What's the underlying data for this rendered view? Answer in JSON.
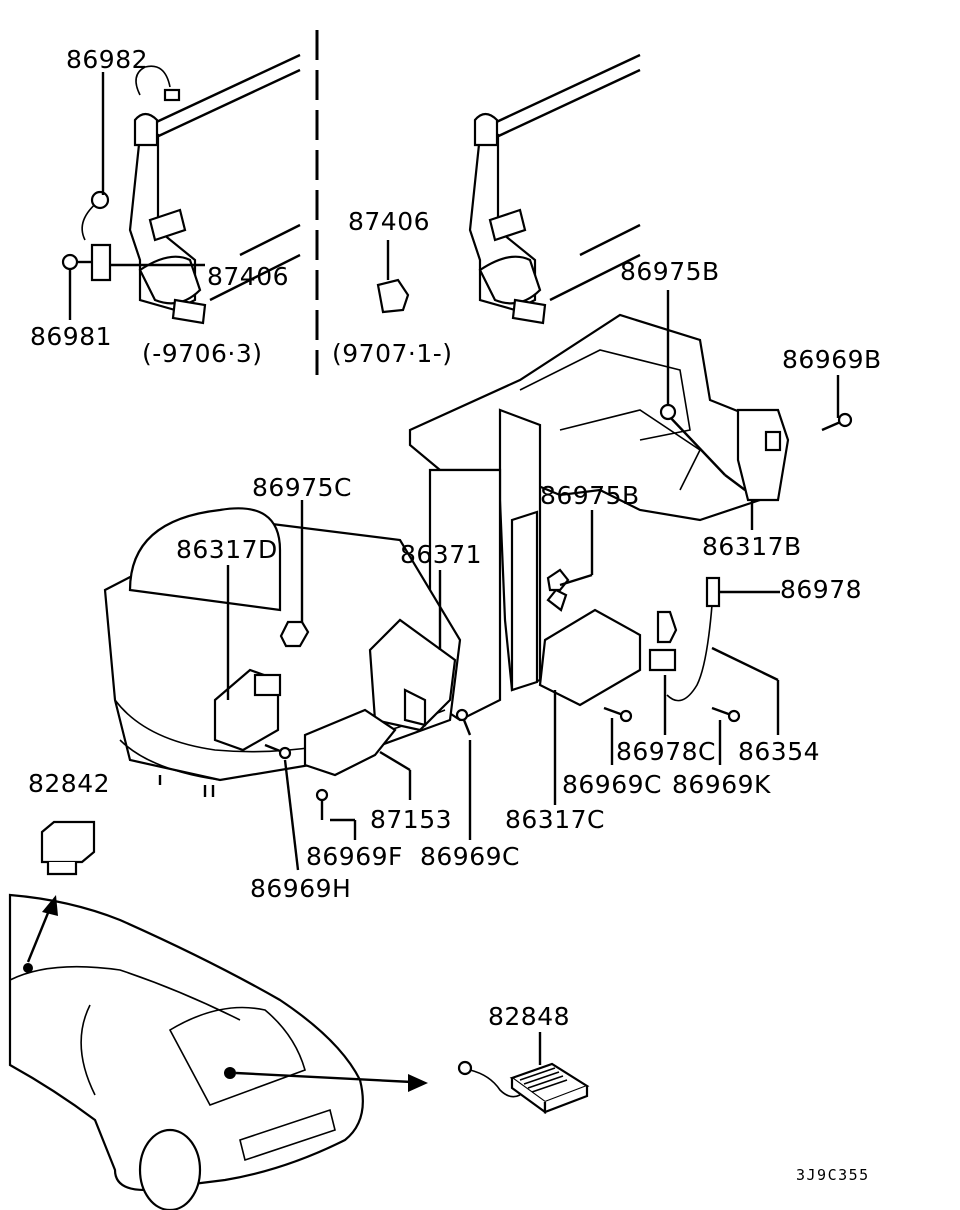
{
  "labels": {
    "p86982": "86982",
    "p87406a": "87406",
    "p86981": "86981",
    "p87406b": "87406",
    "range_old": "(-9706·3)",
    "range_new": "(9707·1-)",
    "p86975B_top": "86975B",
    "p86969B": "86969B",
    "p86975C": "86975C",
    "p86317D": "86317D",
    "p86371": "86371",
    "p86975B_mid": "86975B",
    "p86317B": "86317B",
    "p86978": "86978",
    "p86354": "86354",
    "p86978C": "86978C",
    "p86969C_a": "86969C",
    "p86969K": "86969K",
    "p82842": "82842",
    "p87153": "87153",
    "p86317C": "86317C",
    "p86969F": "86969F",
    "p86969C_b": "86969C",
    "p86969H": "86969H",
    "p82848": "82848",
    "figure_code": "3J9C355"
  }
}
